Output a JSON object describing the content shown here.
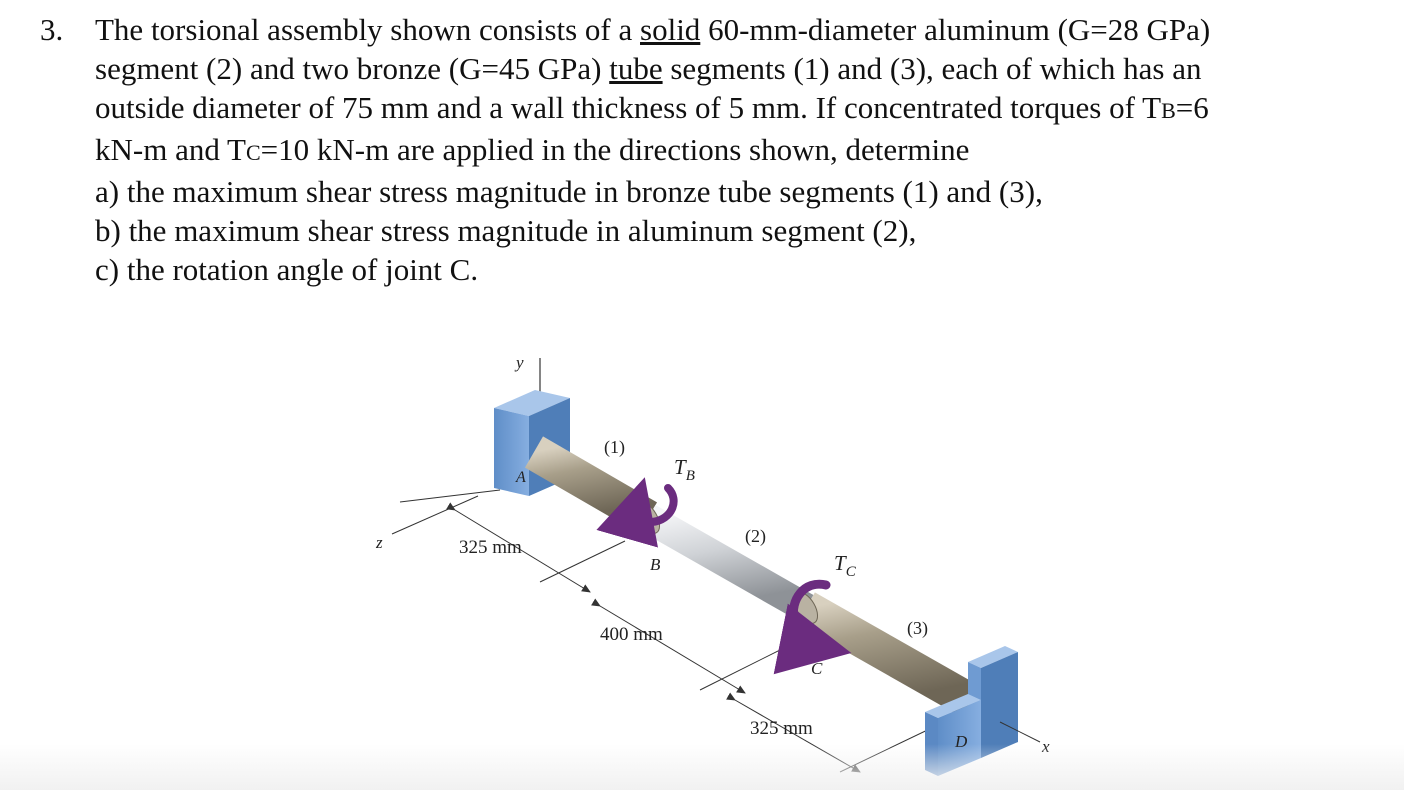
{
  "problem": {
    "number": "3.",
    "line1": {
      "pre": "The torsional assembly shown consists of a ",
      "solid": "solid",
      "post": " 60-mm-diameter aluminum (G=28 GPa)"
    },
    "line2": {
      "pre": "segment (2) and two bronze (G=45 GPa) ",
      "tube": "tube",
      "post": " segments (1) and (3), each of which has an"
    },
    "line3": {
      "pre": "outside diameter of 75 mm and a wall thickness of 5 mm. If concentrated torques of T",
      "sub": "B",
      "post": "=6"
    },
    "line4": {
      "pre": "kN-m and T",
      "sub": "C",
      "post": "=10 kN-m are applied in the directions shown, determine"
    },
    "part_a": "a) the maximum shear stress magnitude in bronze tube segments (1) and (3),",
    "part_b": "b) the maximum shear stress magnitude in aluminum segment (2),",
    "part_c": "c) the rotation angle of joint C."
  },
  "figure": {
    "axis_y": "y",
    "axis_z": "z",
    "axis_x": "x",
    "point_a": "A",
    "point_b": "B",
    "point_c": "C",
    "point_d": "D",
    "seg1": "(1)",
    "seg2": "(2)",
    "seg3": "(3)",
    "tb_main": "T",
    "tb_sub": "B",
    "tc_main": "T",
    "tc_sub": "C",
    "dim_ab": "325 mm",
    "dim_bc": "400 mm",
    "dim_cd": "325 mm",
    "colors": {
      "bronze": "#a39a86",
      "aluminum": "#d2d5d9",
      "support": "#7ea7d6",
      "torque_arrow": "#6b2c7f"
    }
  }
}
